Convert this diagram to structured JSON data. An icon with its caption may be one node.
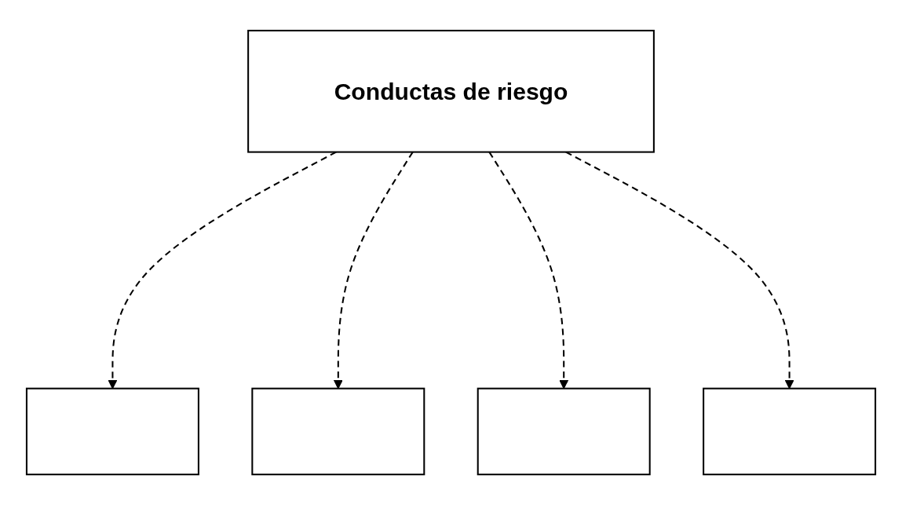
{
  "diagram": {
    "nodes": [
      {
        "text": [
          "Conductas de riesgo"
        ]
      },
      {
        "text": [],
        "shape": "box"
      },
      {
        "text": [],
        "shape": "box"
      },
      {
        "text": [],
        "shape": "box"
      },
      {
        "text": [],
        "shape": "box"
      }
    ],
    "edges": [
      {
        "from": 0,
        "to": 1,
        "arrow": "to",
        "style": "dashed"
      },
      {
        "from": 0,
        "to": 2,
        "arrow": "to",
        "style": "dashed"
      },
      {
        "from": 0,
        "to": 3,
        "arrow": "to",
        "style": "dashed"
      },
      {
        "from": 0,
        "to": 4,
        "arrow": "to",
        "style": "dashed"
      }
    ]
  }
}
